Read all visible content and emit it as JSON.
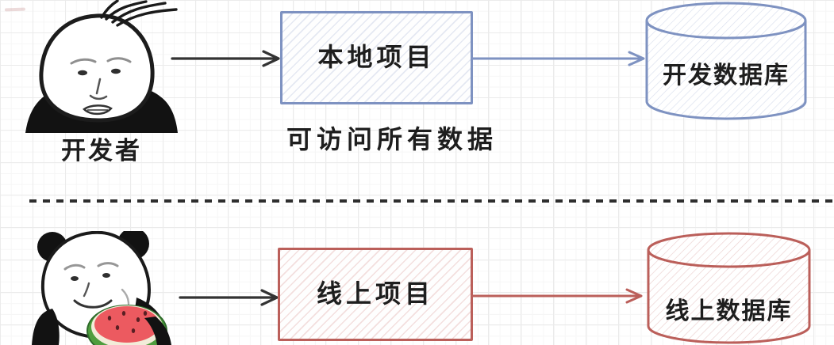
{
  "colors": {
    "dev_accent": "#7e92c1",
    "prod_accent": "#bb5f5a",
    "arrow_black": "#333333",
    "label_text": "#1e1e1e",
    "watermelon_flesh": "#ec5a60",
    "watermelon_rind": "#4f9d3e"
  },
  "dev_row": {
    "actor_label": "开发者",
    "actor_icon": "developer-meme-face",
    "project_box_label": "本地项目",
    "caption": "可访问所有数据",
    "database_label": "开发数据库"
  },
  "prod_row": {
    "actor_icon": "panda-watermelon-meme-face",
    "project_box_label": "线上项目",
    "database_label": "线上数据库"
  }
}
